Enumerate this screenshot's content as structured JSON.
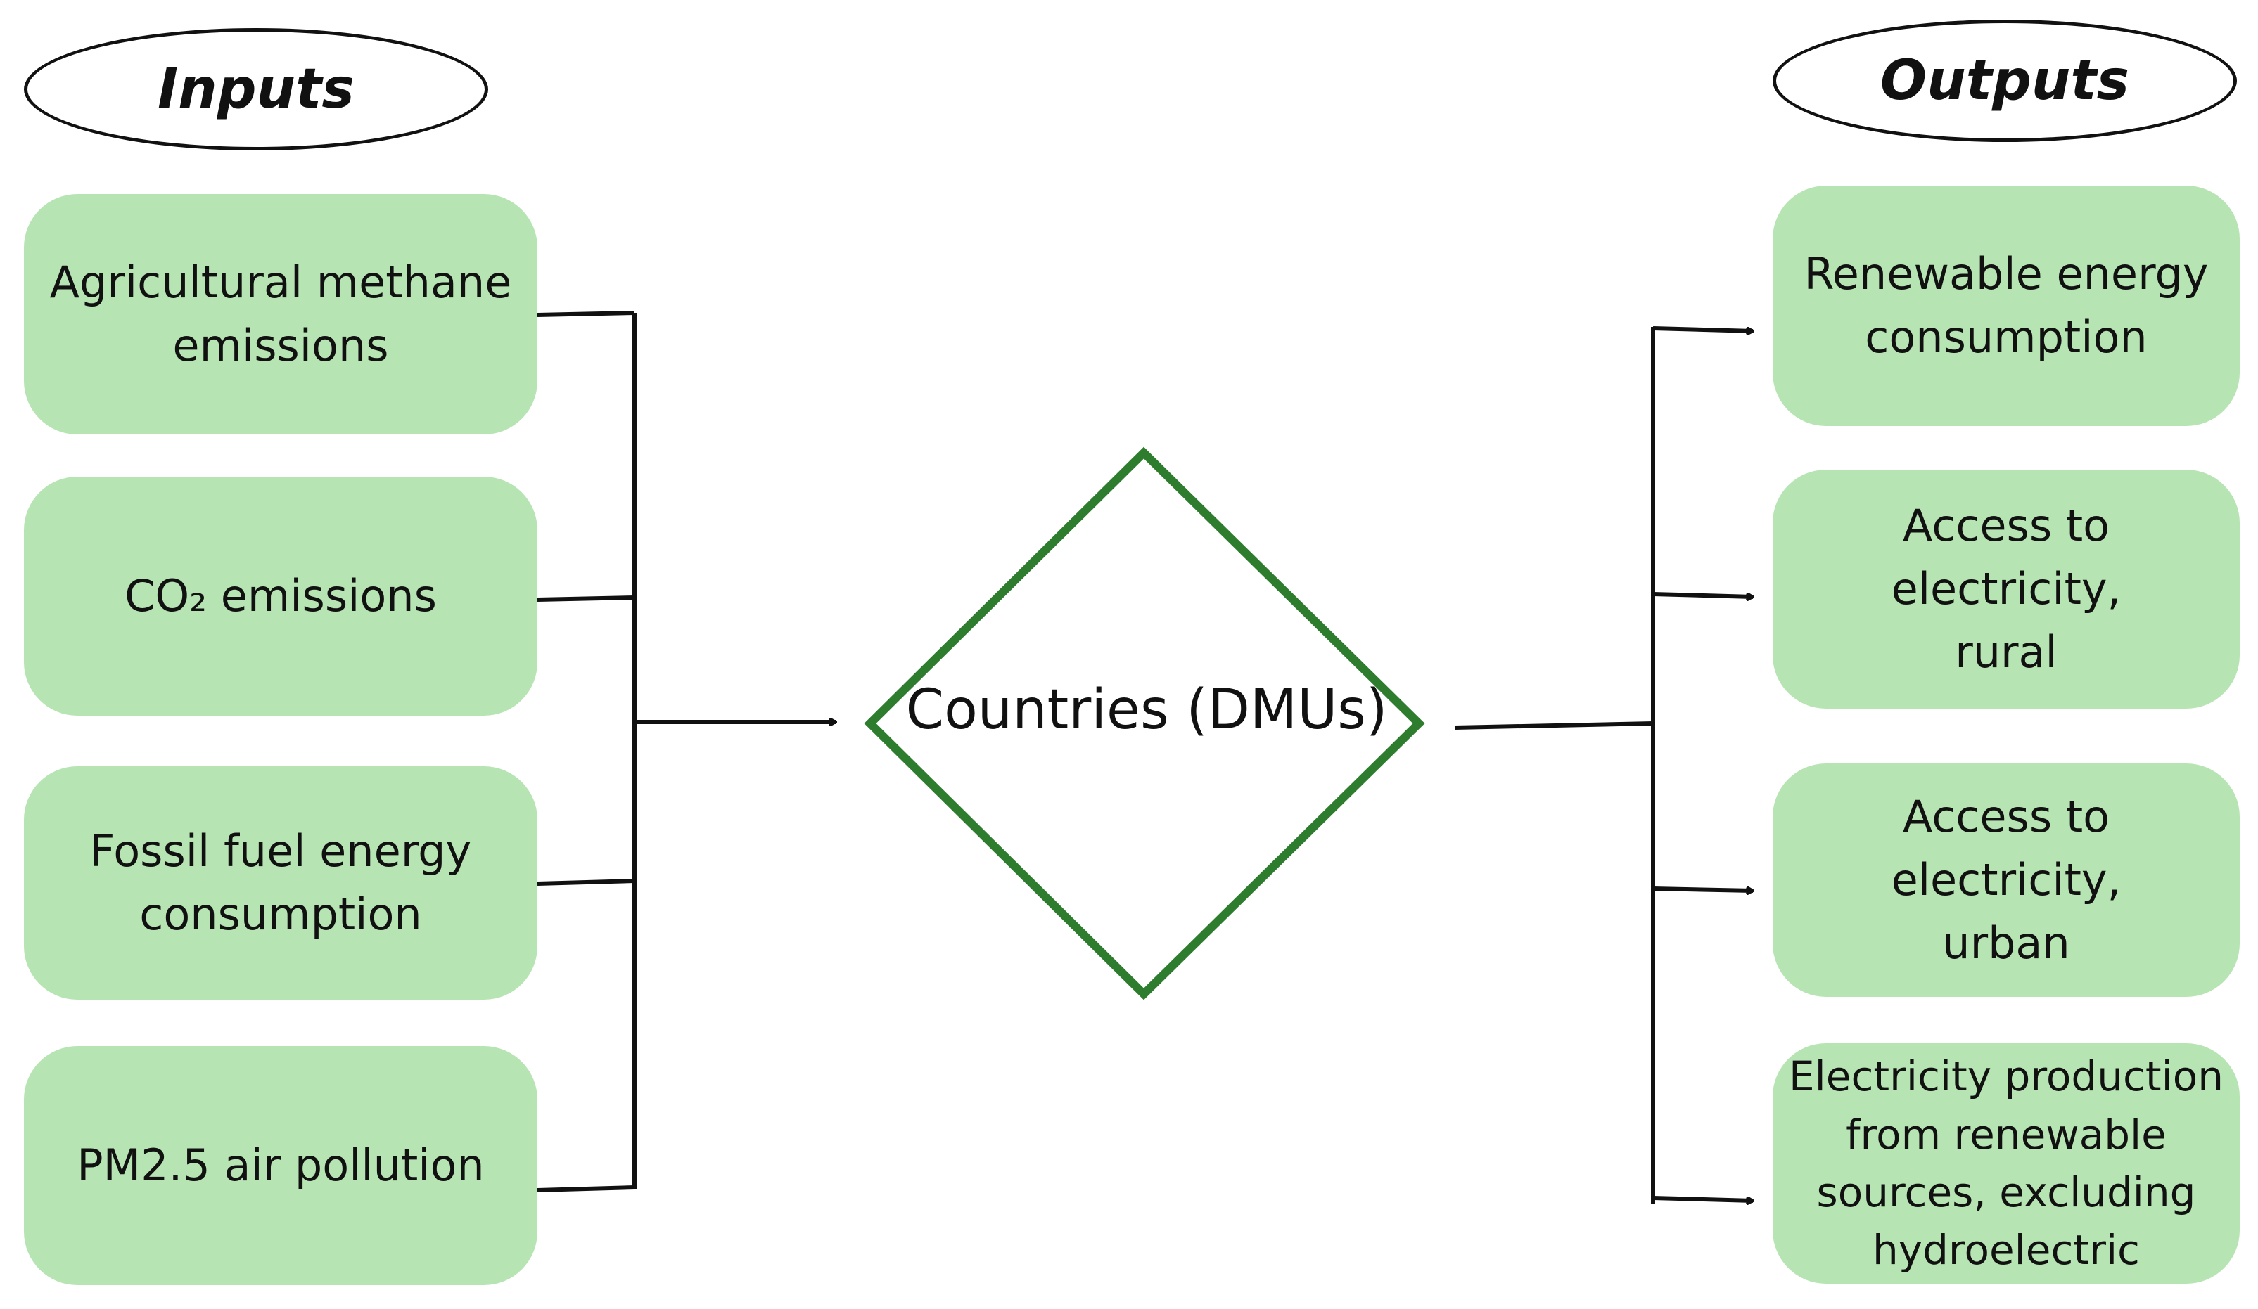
{
  "headers": {
    "inputs": "Inputs",
    "outputs": "Outputs"
  },
  "inputs": [
    {
      "lines": [
        "Agricultural methane",
        "emissions"
      ]
    },
    {
      "lines": [
        "CO₂ emissions"
      ]
    },
    {
      "lines": [
        "Fossil fuel energy",
        "consumption"
      ]
    },
    {
      "lines": [
        "PM2.5 air pollution"
      ]
    }
  ],
  "center": {
    "label": "Countries (DMUs)"
  },
  "outputs": [
    {
      "lines": [
        "Renewable energy",
        "consumption"
      ]
    },
    {
      "lines": [
        "Access to electricity,",
        "rural"
      ]
    },
    {
      "lines": [
        "Access to electricity,",
        "urban"
      ]
    },
    {
      "lines": [
        "Electricity production",
        "from renewable",
        "sources, excluding",
        "hydroelectric"
      ]
    }
  ],
  "colors": {
    "box_fill": "#b7e4b3",
    "diamond_stroke": "#2e7d2e",
    "line": "#111111"
  }
}
